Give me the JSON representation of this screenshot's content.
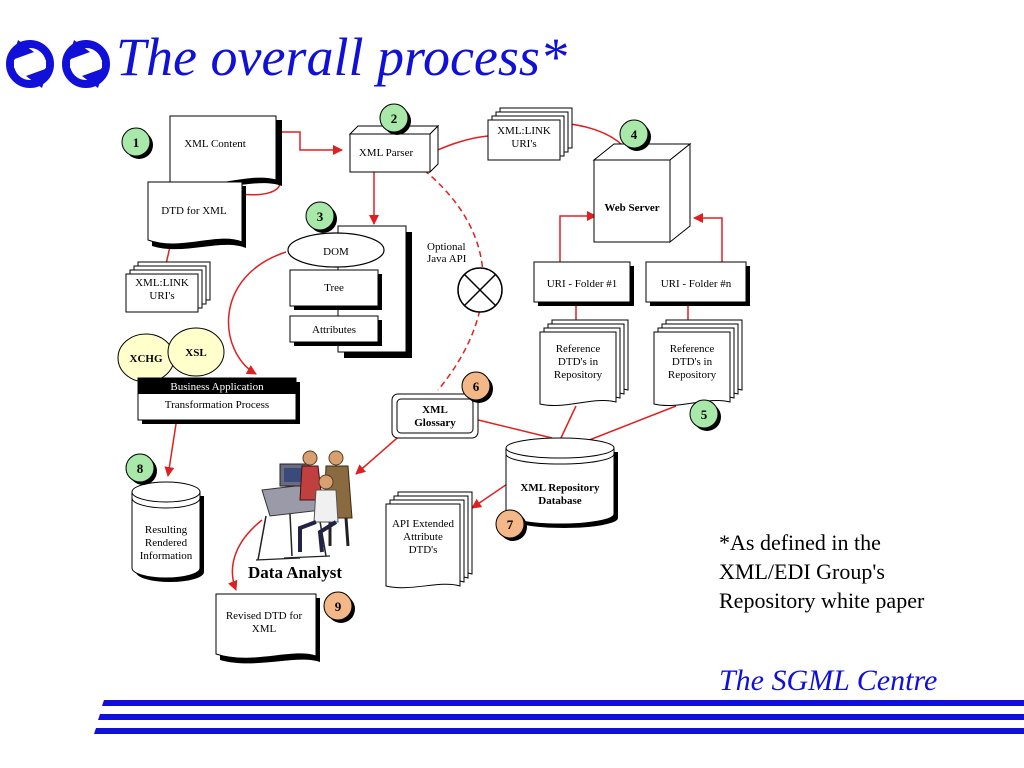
{
  "title": "The overall process*",
  "footnote_lines": [
    "*As defined in the",
    "XML/EDI Group's",
    "Repository white paper"
  ],
  "organization": "The SGML Centre",
  "colors": {
    "title_blue": "#1010d8",
    "badge_green": "#a8e8a8",
    "badge_orange": "#f4b888",
    "xsl_bubble": "#ffffcc",
    "arrow_red": "#e02020",
    "business_bar": "#000000"
  },
  "badges": {
    "b1": "1",
    "b2": "2",
    "b3": "3",
    "b4": "4",
    "b5": "5",
    "b6": "6",
    "b7": "7",
    "b8": "8",
    "b9": "9"
  },
  "nodes": {
    "xml_content": "XML Content",
    "dtd_for_xml": "DTD for XML",
    "xmllink_left": [
      "XML:LINK",
      "URI's"
    ],
    "xml_parser": "XML Parser",
    "xmllink_top": [
      "XML:LINK",
      "URI's"
    ],
    "web_server": "Web Server",
    "dom": "DOM",
    "tree": "Tree",
    "attributes": "Attributes",
    "optional_java_api": [
      "Optional",
      "Java API"
    ],
    "uri_folder_1": "URI - Folder #1",
    "uri_folder_n": "URI - Folder #n",
    "reference_dtds_1": [
      "Reference",
      "DTD's in",
      "Repository"
    ],
    "reference_dtds_2": [
      "Reference",
      "DTD's in",
      "Repository"
    ],
    "xchg": "XCHG",
    "xsl": "XSL",
    "business_application": "Business Application",
    "transformation_process": "Transformation Process",
    "xml_glossary": [
      "XML",
      "Glossary"
    ],
    "xml_repository_database": [
      "XML Repository",
      "Database"
    ],
    "api_extended": [
      "API Extended",
      "Attribute",
      "DTD's"
    ],
    "resulting_rendered": [
      "Resulting",
      "Rendered",
      "Information"
    ],
    "data_analyst": "Data Analyst",
    "revised_dtd": [
      "Revised DTD for",
      "XML"
    ]
  }
}
